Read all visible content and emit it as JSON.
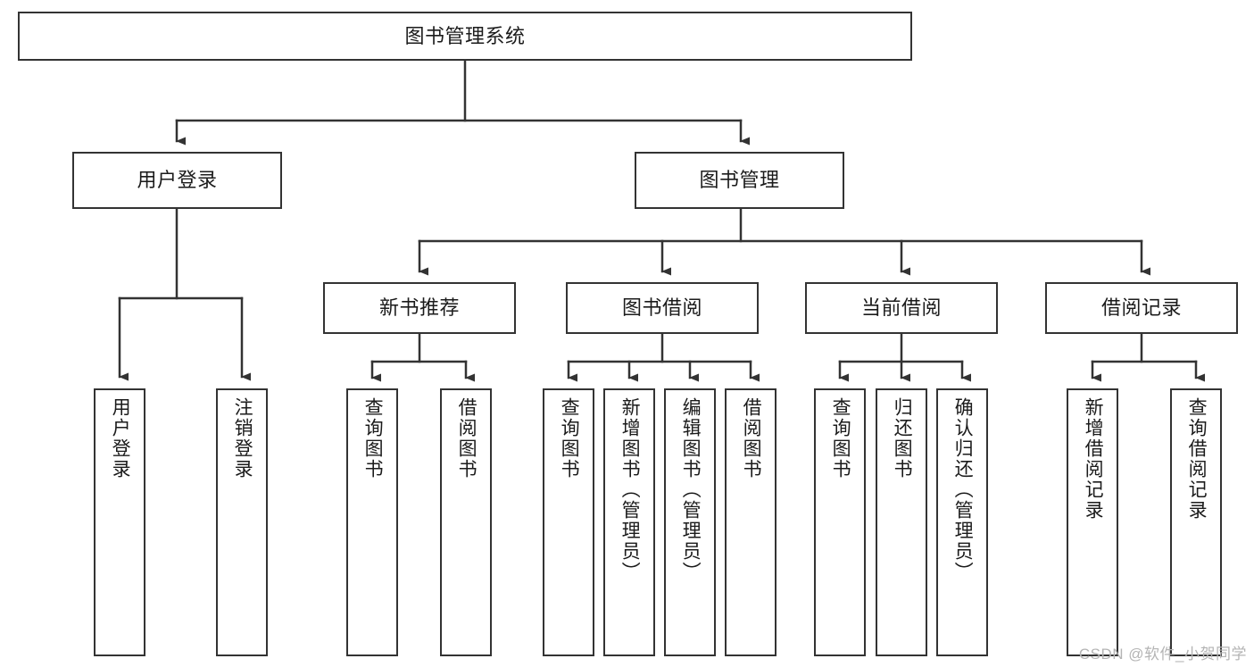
{
  "diagram": {
    "title": "图书管理系统",
    "type": "tree-hierarchy",
    "root": {
      "id": "root",
      "label": "图书管理系统"
    },
    "level2": [
      {
        "id": "user-login",
        "label": "用户登录"
      },
      {
        "id": "book-manage",
        "label": "图书管理"
      }
    ],
    "level3": [
      {
        "id": "new-book-recommend",
        "label": "新书推荐"
      },
      {
        "id": "book-borrow",
        "label": "图书借阅"
      },
      {
        "id": "current-borrow",
        "label": "当前借阅"
      },
      {
        "id": "borrow-record",
        "label": "借阅记录"
      }
    ],
    "leaves": {
      "user_login": [
        {
          "id": "leaf-user-login",
          "label": "用户登录"
        },
        {
          "id": "leaf-logout-login",
          "label": "注销登录"
        }
      ],
      "new_book_recommend": [
        {
          "id": "leaf-query-book-1",
          "label": "查询图书"
        },
        {
          "id": "leaf-borrow-book-1",
          "label": "借阅图书"
        }
      ],
      "book_borrow": [
        {
          "id": "leaf-query-book-2",
          "label": "查询图书"
        },
        {
          "id": "leaf-add-book",
          "label": "新增图书（管理员）"
        },
        {
          "id": "leaf-edit-book",
          "label": "编辑图书（管理员）"
        },
        {
          "id": "leaf-borrow-book-2",
          "label": "借阅图书"
        }
      ],
      "current_borrow": [
        {
          "id": "leaf-query-book-3",
          "label": "查询图书"
        },
        {
          "id": "leaf-return-book",
          "label": "归还图书"
        },
        {
          "id": "leaf-confirm-return",
          "label": "确认归还（管理员）"
        }
      ],
      "borrow_record": [
        {
          "id": "leaf-add-record",
          "label": "新增借阅记录"
        },
        {
          "id": "leaf-query-record",
          "label": "查询借阅记录"
        }
      ]
    }
  },
  "watermark": {
    "text": "CSDN @软件_小贺同学"
  },
  "colors": {
    "stroke": "#333333",
    "fill": "#ffffff",
    "text": "#1b1b1b",
    "watermark": "#b4b4b4"
  }
}
